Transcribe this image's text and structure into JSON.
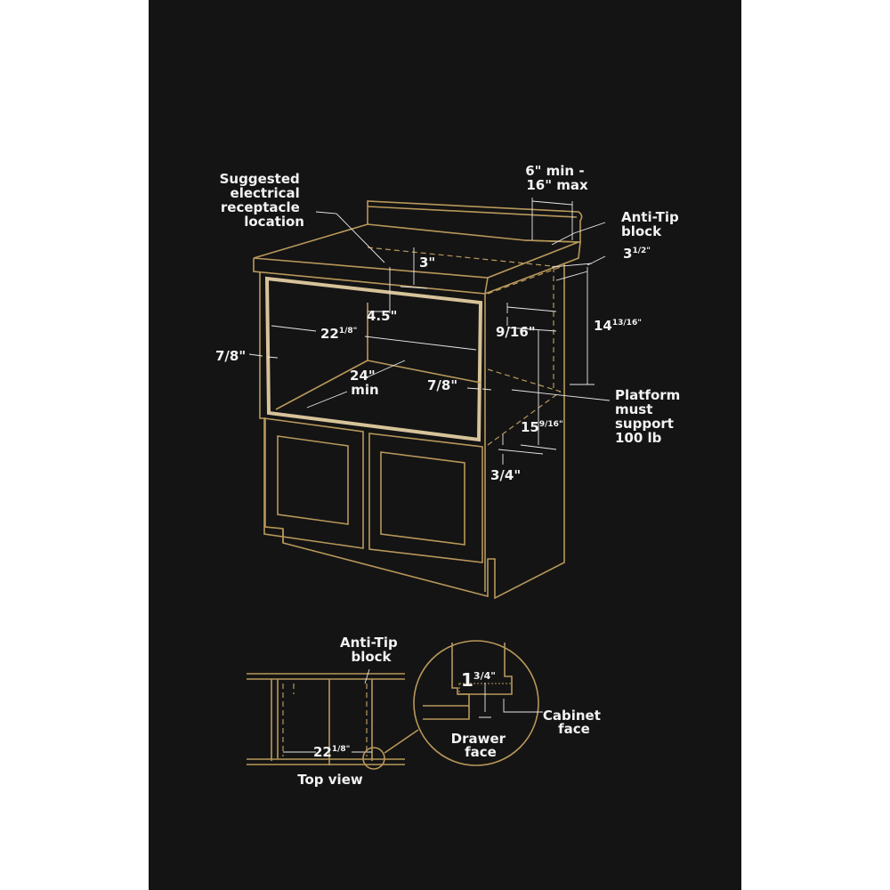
{
  "labels": {
    "receptacle": [
      "Suggested",
      "electrical",
      "receptacle",
      "location"
    ],
    "range": [
      "6\" min -",
      "16\" max"
    ],
    "antitip": [
      "Anti-Tip",
      "block"
    ],
    "three_half": {
      "base": "3",
      "sup": "1/2\""
    },
    "three": "3\"",
    "four_five": "4.5\"",
    "width": {
      "base": "22",
      "sup": "1/8\""
    },
    "seven_eighths_left": "7/8\"",
    "depth": [
      "24\"",
      "min"
    ],
    "nine_sixteenths": "9/16\"",
    "height_top": {
      "base": "14",
      "sup": "13/16\""
    },
    "seven_eighths_right": "7/8\"",
    "platform": [
      "Platform",
      "must",
      "support",
      "100 lb"
    ],
    "height_bottom": {
      "base": "15",
      "sup": "9/16\""
    },
    "three_quarters": "3/4\"",
    "topview_antitip": [
      "Anti-Tip",
      "block"
    ],
    "topview_width": {
      "base": "22",
      "sup": "1/8\""
    },
    "top_view": "Top view",
    "detail_dim": {
      "base": "1",
      "sup": "3/4\""
    },
    "drawer_face": [
      "Drawer",
      "face"
    ],
    "cabinet_face": [
      "Cabinet",
      "face"
    ]
  },
  "colors": {
    "background": "#141414",
    "line": "#b8985a",
    "text": "#f2f2f2"
  }
}
